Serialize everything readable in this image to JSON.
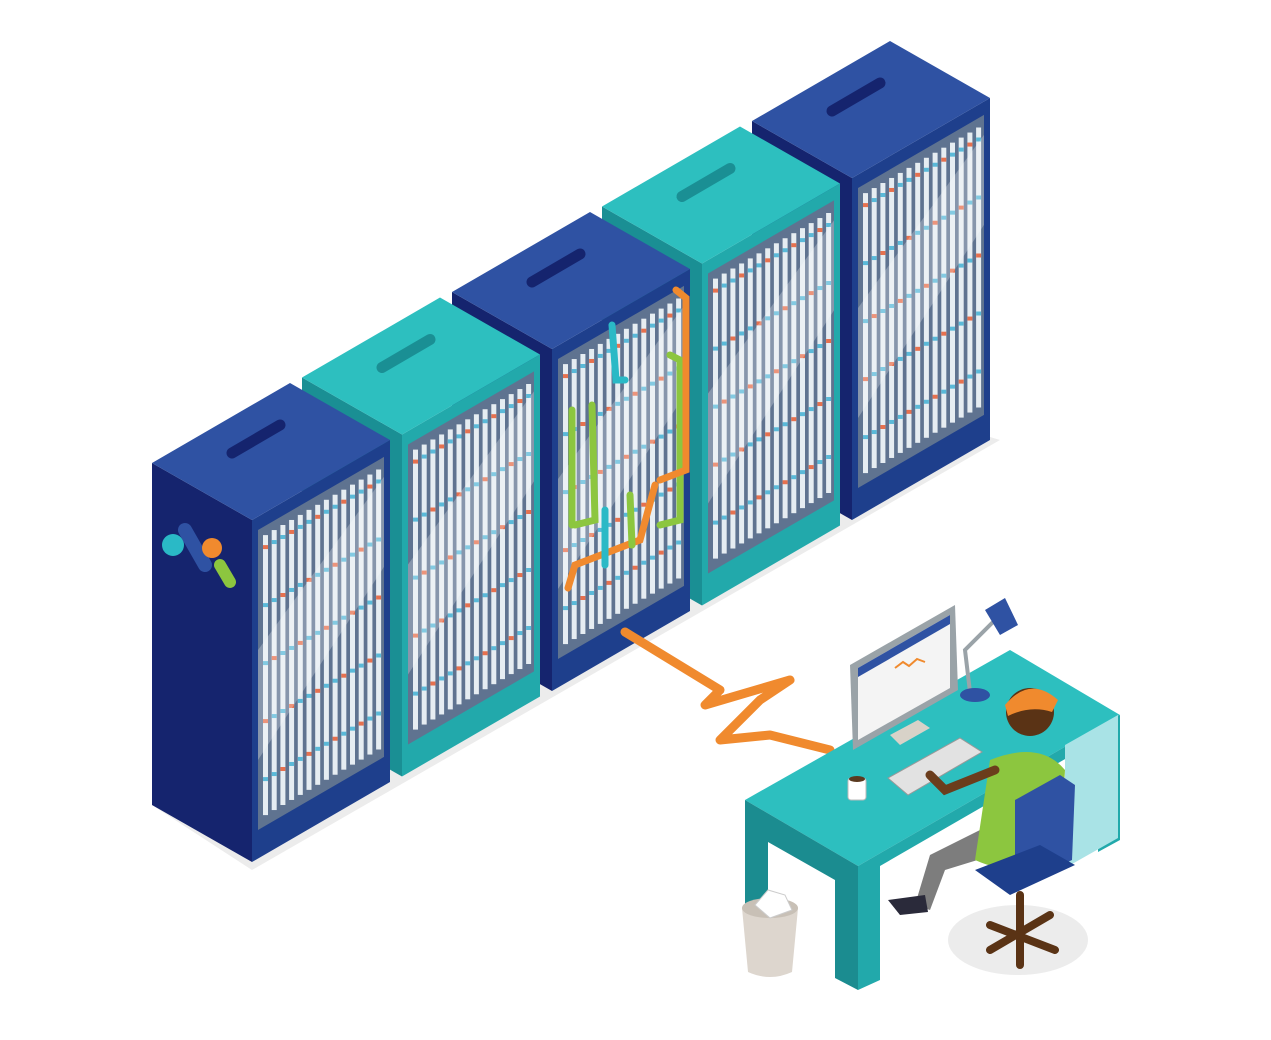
{
  "illustration": {
    "racks": [
      {
        "color": "blue"
      },
      {
        "color": "teal"
      },
      {
        "color": "blue",
        "cabled": true
      },
      {
        "color": "teal"
      },
      {
        "color": "blue"
      }
    ],
    "palette": {
      "blue_top": "#2f52a3",
      "blue_side": "#15246e",
      "blue_front": "#1e3f8c",
      "teal_top": "#2dbfbf",
      "teal_side": "#1a8f94",
      "teal_front": "#22a9ab",
      "glass": "#d9e4ec",
      "orange": "#f08a2e",
      "green": "#8cc63f",
      "cyan": "#2ab9c6",
      "desk_top": "#2dbfbf",
      "desk_side": "#1b8c90",
      "shadow": "#ececec"
    },
    "icons": [
      "server-rack",
      "cable",
      "desk",
      "monitor",
      "keyboard",
      "coffee-mug",
      "desk-lamp",
      "office-chair",
      "trash-bin",
      "technician"
    ]
  }
}
